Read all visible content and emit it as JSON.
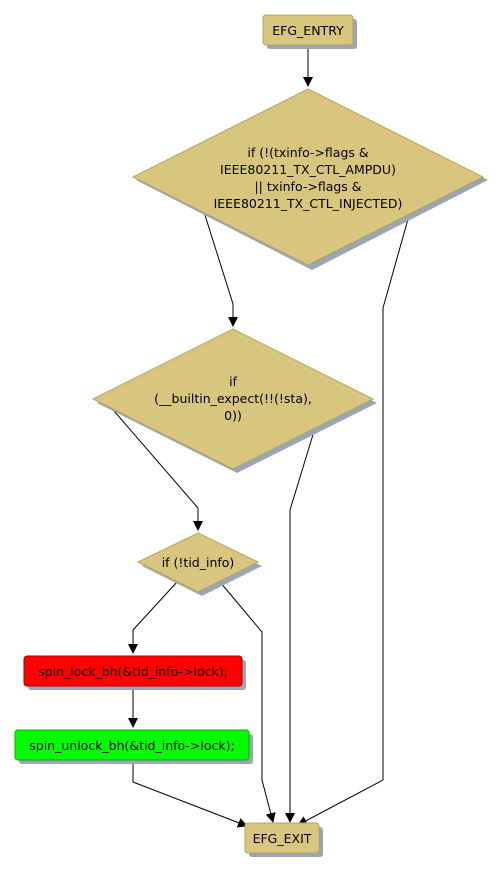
{
  "colors": {
    "node_fill": "#d9c67e",
    "node_border": "#b8a45c",
    "shadow": "#9aa6b8",
    "lock_fill": "#ff0000",
    "unlock_fill": "#00ff00",
    "edge": "#000000"
  },
  "nodes": {
    "entry": {
      "lines": [
        "EFG_ENTRY"
      ]
    },
    "cond1": {
      "lines": [
        "if (!(txinfo->flags &",
        "IEEE80211_TX_CTL_AMPDU)",
        "|| txinfo->flags &",
        "IEEE80211_TX_CTL_INJECTED)"
      ]
    },
    "cond2": {
      "lines": [
        "if",
        "(__builtin_expect(!!(!sta),",
        "0))"
      ]
    },
    "cond3": {
      "lines": [
        "if (!tid_info)"
      ]
    },
    "lock": {
      "lines": [
        "spin_lock_bh(&tid_info->lock);"
      ]
    },
    "unlock": {
      "lines": [
        "spin_unlock_bh(&tid_info->lock);"
      ]
    },
    "exit": {
      "lines": [
        "EFG_EXIT"
      ]
    }
  }
}
